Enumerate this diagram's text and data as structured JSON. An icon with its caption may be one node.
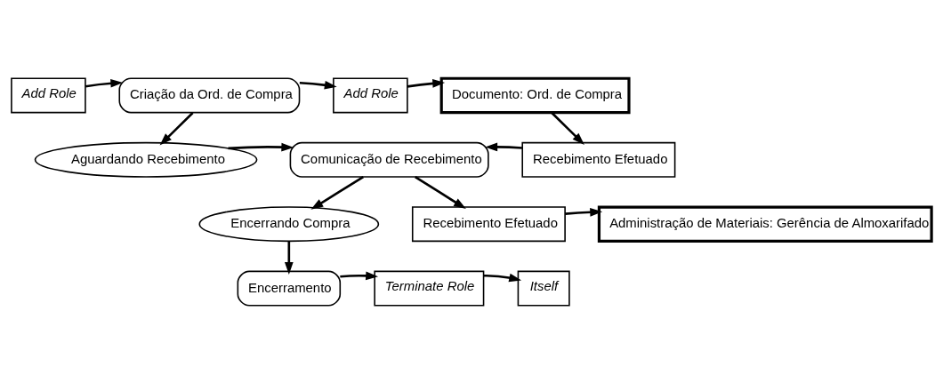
{
  "diagram": {
    "nodes": [
      {
        "text": [
          "Add Role"
        ]
      },
      {
        "text": [
          "Criação da Ord. de Compra"
        ]
      },
      {
        "text": [
          "Add Role"
        ]
      },
      {
        "text": [
          "Documento: Ord. de Compra"
        ]
      },
      {
        "text": [
          "Aguardando Recebimento"
        ]
      },
      {
        "text": [
          "Comunicação de Recebimento"
        ]
      },
      {
        "text": [
          "Recebimento Efetuado"
        ]
      },
      {
        "text": [
          "Encerrando Compra"
        ]
      },
      {
        "text": [
          "Recebimento Efetuado"
        ]
      },
      {
        "text": [
          "Administração de Materiais: Gerência de Almoxarifado"
        ]
      },
      {
        "text": [
          "Encerramento"
        ]
      },
      {
        "text": [
          "Terminate Role"
        ]
      },
      {
        "text": [
          "Itself"
        ]
      }
    ],
    "edges": [
      {
        "from": 0,
        "to": 1,
        "arrow": "to"
      },
      {
        "from": 1,
        "to": 2,
        "arrow": "to"
      },
      {
        "from": 2,
        "to": 3,
        "arrow": "to"
      },
      {
        "from": 1,
        "to": 4,
        "arrow": "to"
      },
      {
        "from": 3,
        "to": 6,
        "arrow": "to"
      },
      {
        "from": 4,
        "to": 5,
        "arrow": "to"
      },
      {
        "from": 6,
        "to": 5,
        "arrow": "to"
      },
      {
        "from": 5,
        "to": 7,
        "arrow": "to"
      },
      {
        "from": 5,
        "to": 8,
        "arrow": "to"
      },
      {
        "from": 8,
        "to": 9,
        "arrow": "to"
      },
      {
        "from": 7,
        "to": 10,
        "arrow": "to"
      },
      {
        "from": 10,
        "to": 11,
        "arrow": "to"
      },
      {
        "from": 11,
        "to": 12,
        "arrow": "to"
      }
    ]
  }
}
